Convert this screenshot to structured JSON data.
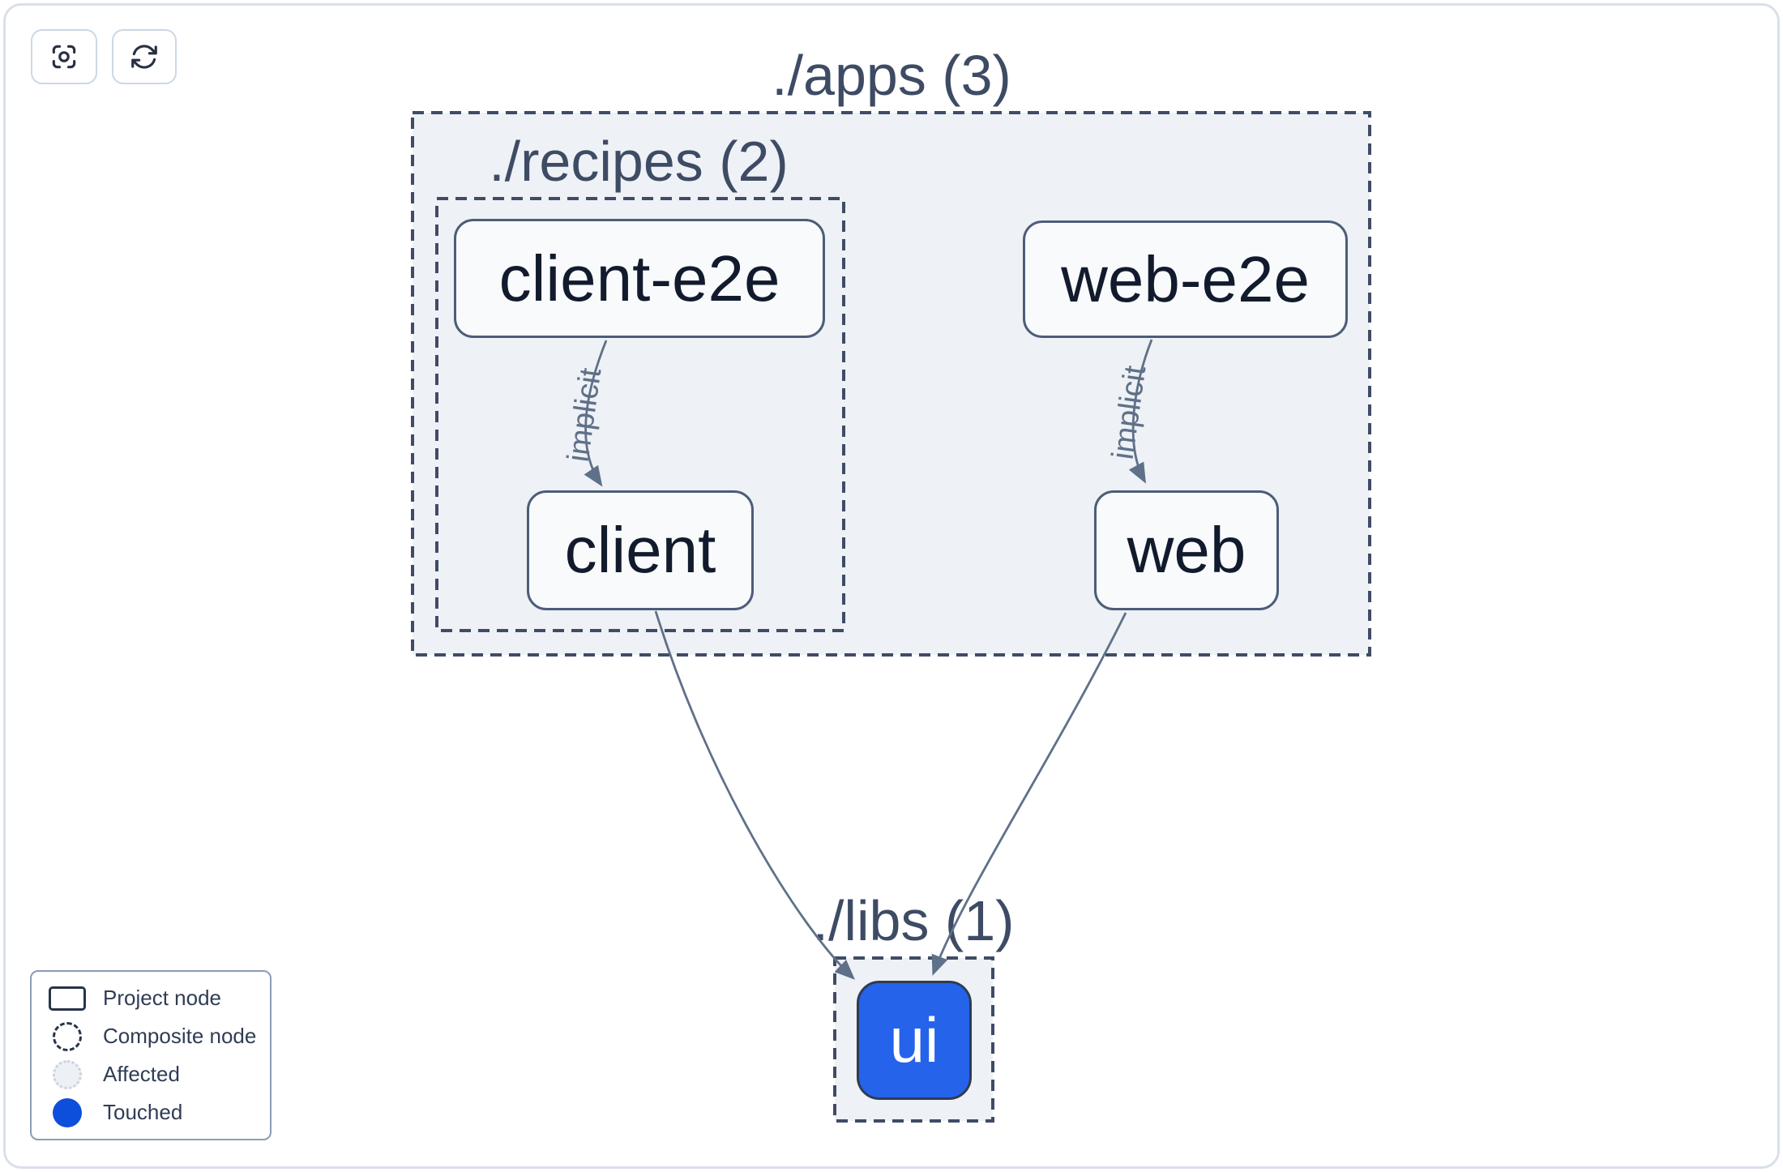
{
  "toolbar": {
    "buttons": [
      {
        "name": "focus",
        "icon": "focus-icon"
      },
      {
        "name": "refresh",
        "icon": "refresh-icon"
      }
    ]
  },
  "graph": {
    "groups": {
      "apps": {
        "title": "./apps (3)"
      },
      "recipes": {
        "title": "./recipes (2)"
      },
      "libs": {
        "title": "./libs (1)"
      }
    },
    "nodes": {
      "client_e2e": {
        "label": "client-e2e",
        "type": "project"
      },
      "web_e2e": {
        "label": "web-e2e",
        "type": "project"
      },
      "client": {
        "label": "client",
        "type": "project"
      },
      "web": {
        "label": "web",
        "type": "project"
      },
      "ui": {
        "label": "ui",
        "type": "project",
        "state": "touched"
      }
    },
    "edges": [
      {
        "from": "client-e2e",
        "to": "client",
        "label": "implicit"
      },
      {
        "from": "web-e2e",
        "to": "web",
        "label": "implicit"
      },
      {
        "from": "client",
        "to": "ui",
        "label": ""
      },
      {
        "from": "web",
        "to": "ui",
        "label": ""
      }
    ]
  },
  "legend": {
    "items": [
      {
        "swatch": "project-node",
        "label": "Project node"
      },
      {
        "swatch": "composite-node",
        "label": "Composite node"
      },
      {
        "swatch": "affected",
        "label": "Affected"
      },
      {
        "swatch": "touched",
        "label": "Touched"
      }
    ]
  },
  "colors": {
    "touched_node_blue": "#2563eb",
    "legend_touched_blue": "#0d4fdb",
    "edge": "#5f7089",
    "dashed_border": "#3f4c66",
    "group_fill": "#eef1f5",
    "node_fill": "#f8fafc",
    "node_border": "#4d5d78",
    "title_text": "#3e4b64",
    "canvas_border": "#d9dfeb"
  }
}
